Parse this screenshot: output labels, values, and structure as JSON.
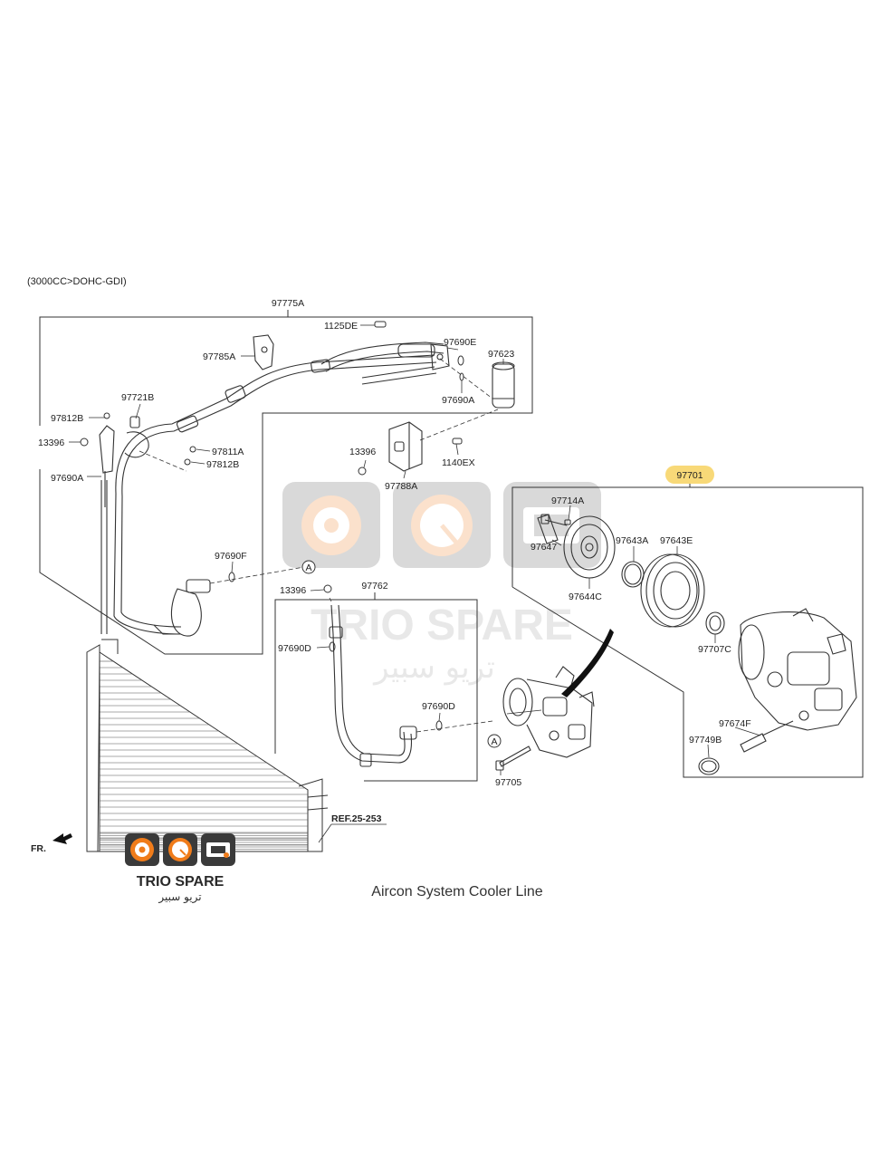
{
  "header": {
    "engine_note": "(3000CC>DOHC-GDI)"
  },
  "caption": "Aircon System Cooler Line",
  "fr_marker": "FR.",
  "ref_label": "REF.25-253",
  "watermark": {
    "brand": "TRIO SPARE",
    "arabic": "تريو سبير"
  },
  "logo": {
    "brand": "TRIO SPARE",
    "arabic": "تريو سبير"
  },
  "colors": {
    "accent_orange": "#f07c1a",
    "highlight_yellow": "#f8d978",
    "line": "#333333"
  },
  "groups": {
    "hose_assy": "97775A",
    "discharge_hose": "97762",
    "compressor_assy": "97701"
  },
  "parts": {
    "p1125DE": "1125DE",
    "p97690E": "97690E",
    "p97785A": "97785A",
    "p97623": "97623",
    "p97690A_top": "97690A",
    "p97721B": "97721B",
    "p97812B_left": "97812B",
    "p13396_left": "13396",
    "p97811A": "97811A",
    "p97812B_mid": "97812B",
    "p13396_mid": "13396",
    "p1140EX": "1140EX",
    "p97788A": "97788A",
    "p97690A_left": "97690A",
    "p97690F": "97690F",
    "p13396_low": "13396",
    "p97690D_upper": "97690D",
    "p97690D_lower": "97690D",
    "p97705": "97705",
    "p97714A": "97714A",
    "p97647": "97647",
    "p97643A": "97643A",
    "p97643E": "97643E",
    "p97644C": "97644C",
    "p97707C": "97707C",
    "p97674F": "97674F",
    "p97749B": "97749B",
    "circle_a": "A"
  }
}
